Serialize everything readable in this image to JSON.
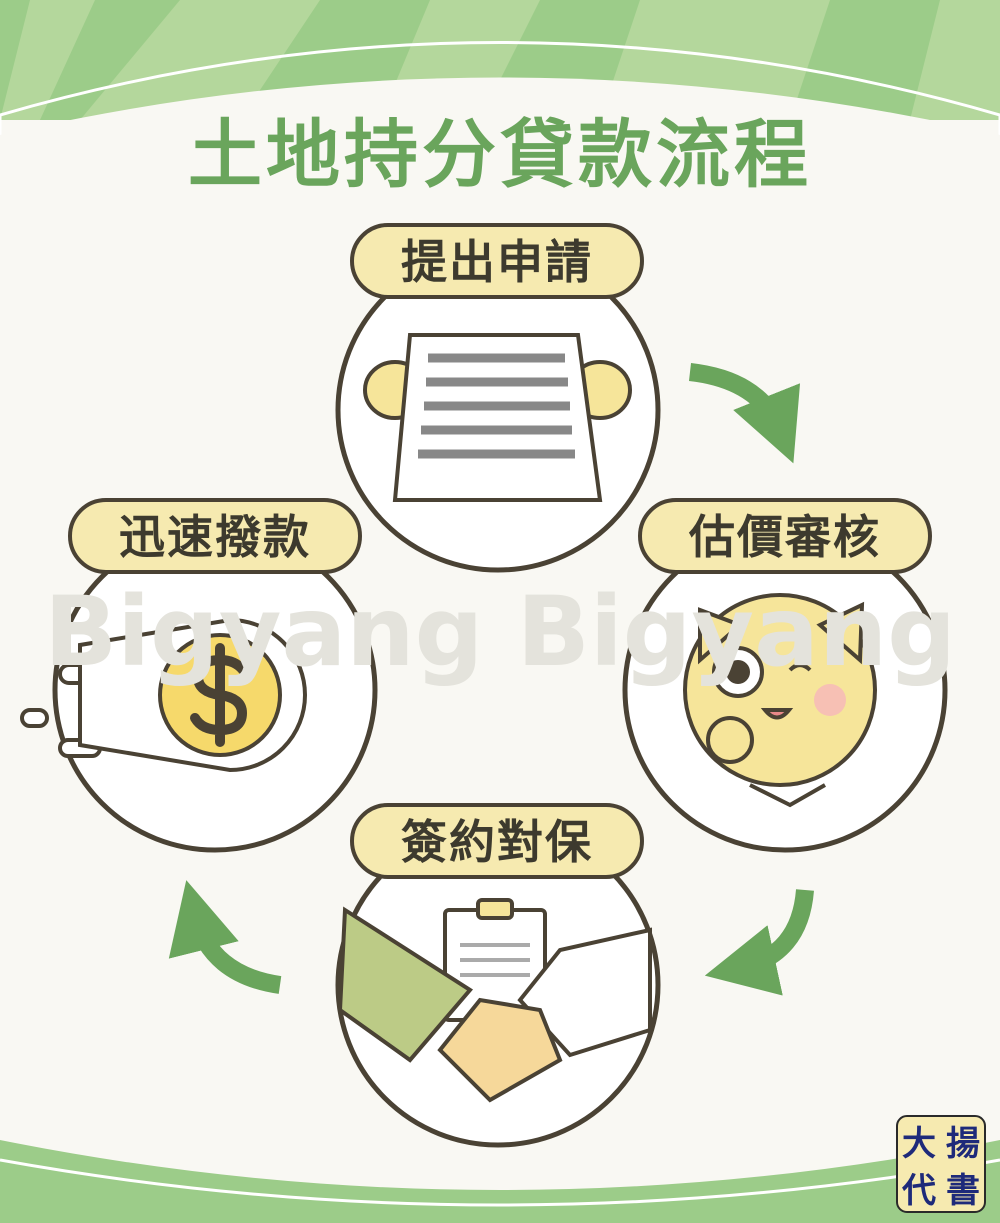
{
  "title": "土地持分貸款流程",
  "steps": [
    {
      "label": "提出申請",
      "icon": "document-icon"
    },
    {
      "label": "估價審核",
      "icon": "cat-magnifier-icon"
    },
    {
      "label": "簽約對保",
      "icon": "handshake-icon"
    },
    {
      "label": "迅速撥款",
      "icon": "dollar-coin-icon"
    }
  ],
  "watermark": "Bigyang  Bigyang",
  "logo": {
    "chars": [
      "大",
      "揚",
      "代",
      "書"
    ]
  },
  "colors": {
    "accent": "#6aa55c",
    "background": "#f9f8f3",
    "pill": "#f6eab0",
    "outline": "#4a4234",
    "band_light": "#b4d79c",
    "band_dark": "#9ccc89"
  }
}
